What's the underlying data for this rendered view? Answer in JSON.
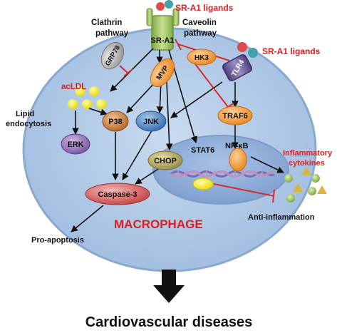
{
  "labels": {
    "sr_a1_ligands_top": "SR-A1 ligands",
    "sr_a1_ligands_right": "SR-A1 ligands",
    "clathrin_line1": "Clathrin",
    "clathrin_line2": "pathway",
    "caveolin_line1": "Caveolin",
    "caveolin_line2": "pathway",
    "sr_a1": "SR-A1",
    "tlr4": "TLR4",
    "grp78": "GRP78",
    "mvp": "MVP",
    "hk3": "HK3",
    "aclDL": "acLDL",
    "lipid_line1": "Lipid",
    "lipid_line2": "endocytosis",
    "p38": "P38",
    "jnk": "JNK",
    "erk": "ERK",
    "traf6": "TRAF6",
    "stat6": "STAT6",
    "nfkb": "NF-κB",
    "chop": "CHOP",
    "caspase3": "Caspase-3",
    "inflam_line1": "Inflammatory",
    "inflam_line2": "cytokines",
    "anti_inflammation": "Anti-inflammation",
    "macrophage": "MACROPHAGE",
    "pro_apoptosis": "Pro-apoptosis",
    "cardiovascular": "Cardiovascular diseases"
  },
  "colors": {
    "cell_fill": "#b7cde6",
    "cell_stroke": "#8aa9cc",
    "red_text": "#e21d1d",
    "ligand_red": "#e04a4a",
    "ligand_teal": "#3fa3a8",
    "ldl_yellow": "#f4ee1c",
    "receptor_green": "#9bbf5e",
    "tlr4_purple": "#6c5a98",
    "orange_node": "#f29a3a",
    "inhibit_red": "#d32c2c"
  }
}
